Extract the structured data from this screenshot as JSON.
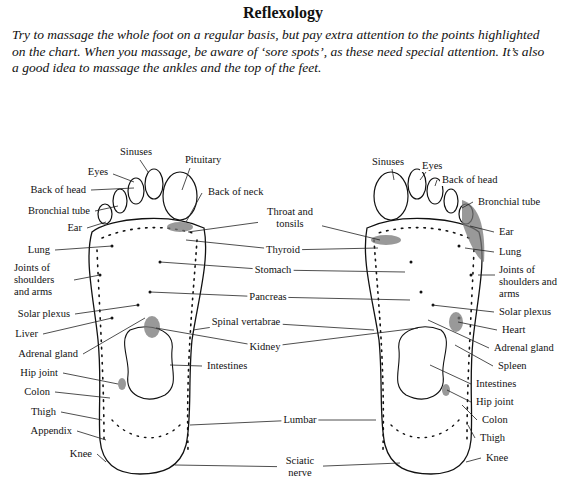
{
  "diagram": {
    "title": "Reflexology",
    "labels": [
      "Try to massage the whole foot on a regular basis, but pay extra attention to the points highlighted on the chart. When you massage, be aware of ‘sore spots’, as these need special attention. It’s also a good idea to massage the ankles and the top of the feet.",
      "Sinuses",
      "Pituitary",
      "Eyes",
      "Back of head",
      "Back of neck",
      "Bronchial tube",
      "Ear",
      "Throat and tonsils",
      "Thyroid",
      "Lung",
      "Stomach",
      "Joints of shoulders and arms",
      "Pancreas",
      "Solar plexus",
      "Spinal vertabrae",
      "Liver",
      "Adrenal gland",
      "Kidney",
      "Intestines",
      "Hip joint",
      "Colon",
      "Thigh",
      "Appendix",
      "Lumbar",
      "Knee",
      "Sciatic nerve",
      "Sinuses",
      "Eyes",
      "Back of head",
      "Bronchial tube",
      "Ear",
      "Lung",
      "Joints of shoulders and arms",
      "Solar plexus",
      "Heart",
      "Adrenal gland",
      "Spleen",
      "Intestines",
      "Hip joint",
      "Colon",
      "Thigh",
      "Knee"
    ]
  }
}
